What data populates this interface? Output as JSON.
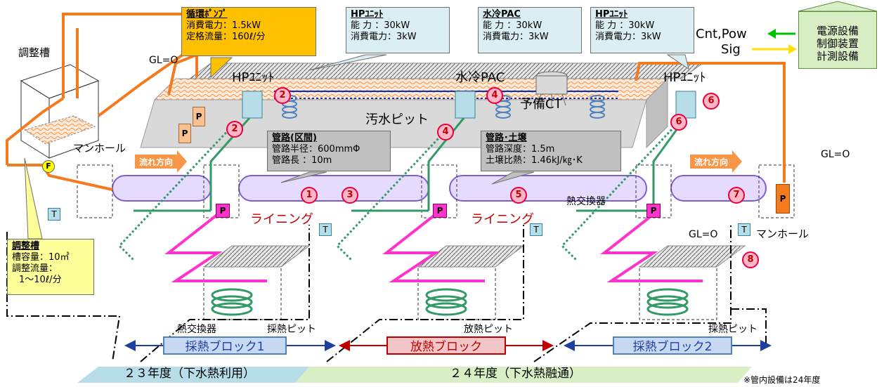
{
  "callouts": {
    "pump": {
      "title": "循環ﾎﾟﾝﾌﾟ",
      "line1": "消費電力：1.5kW",
      "line2": "定格流量：160ℓ/分"
    },
    "hp1": {
      "title": "HPﾕﾆｯﾄ",
      "line1": "能 力 ：30kW",
      "line2": "消費電力：3kW"
    },
    "pac": {
      "title": "水冷PAC",
      "line1": "能 力 ：30kW",
      "line2": "消費電力：3kW"
    },
    "hp2": {
      "title": "HPﾕﾆｯﾄ",
      "line1": "能 力 ：30kW",
      "line2": "消費電力：3kW"
    },
    "pipe_section": {
      "title": "管路(区間)",
      "line1": "管路半径：600mmΦ",
      "line2": "管路長 ：10m"
    },
    "pipe_soil": {
      "title": "管路･土壌",
      "line1": "管路深度：1.5m",
      "line2": "土壌比熱：1.46kJ/㎏･K"
    },
    "tank": {
      "title": "調整槽",
      "line1": "槽容量：10㎥",
      "line2": "調整流量：",
      "line3": "1～10ℓ/分"
    }
  },
  "equipment": {
    "line1": "電源設備",
    "line2": "制御装置",
    "line3": "計測設備"
  },
  "signals": {
    "cnt_pow": "Cnt,Pow",
    "sig": "Sig"
  },
  "labels": {
    "tank": "調整槽",
    "gl_left": "GL=O",
    "gl_right": "GL=O",
    "gl_pit": "GL=O",
    "manhole_left": "マンホール",
    "manhole_right": "マンホール",
    "hp_unit_left": "HPﾕﾆｯﾄ",
    "pac": "水冷PAC",
    "hp_unit_right": "HPﾕﾆｯﾄ",
    "reserve_ct": "予備CT",
    "sewage_pit": "汚水ピット",
    "flow_left": "流れ方向",
    "flow_right": "流れ方向",
    "lining_left": "ライニング",
    "lining_right": "ライニング",
    "hex_pipe": "熱交換器",
    "hex_pit": "熱交換器",
    "collect_pit_left": "採熱ピット",
    "release_pit": "放熱ピット",
    "collect_pit_right": "採熱ピット",
    "f_mark": "F",
    "p_mark": "P",
    "t_mark": "T"
  },
  "numbers": [
    "1",
    "2",
    "2",
    "3",
    "4",
    "4",
    "5",
    "6",
    "6",
    "7",
    "8"
  ],
  "blocks": {
    "collect1": "採熱ブロック1",
    "release": "放熱ブロック",
    "collect2": "採熱ブロック2"
  },
  "years": {
    "fy23": "２３年度（下水熱利用）",
    "fy24": "２４年度（下水熱融通）"
  },
  "note": "※管内設備は24年度",
  "colors": {
    "orange_pipe": "#f47a20",
    "green_pipe": "#339966",
    "magenta_pipe": "#ff33cc",
    "purple_sewer": "#c9b3ff",
    "blue_pipe": "#0033cc",
    "block_blue": "#4f81bd",
    "block_red": "#c00000"
  }
}
